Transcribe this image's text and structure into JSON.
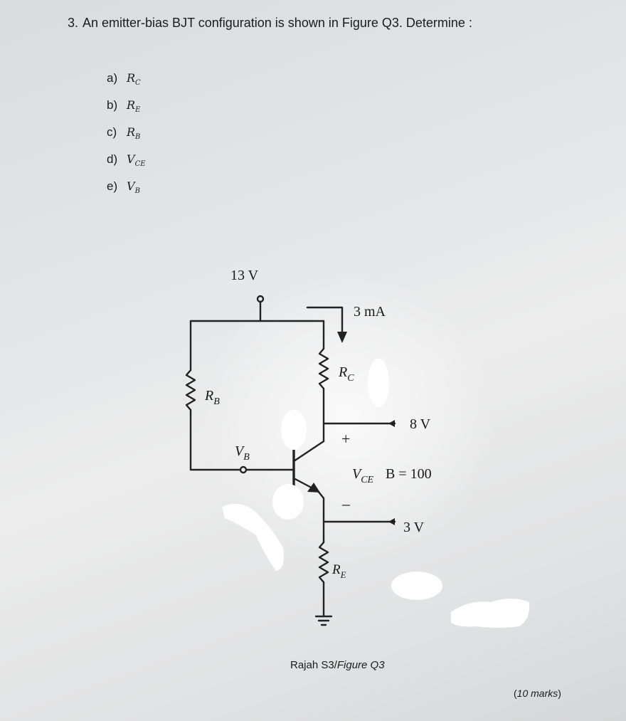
{
  "question": {
    "number": "3.",
    "text": "An emitter-bias BJT configuration is shown in Figure Q3. Determine :",
    "parts": [
      {
        "label": "a)",
        "var": "R",
        "sub": "C"
      },
      {
        "label": "b)",
        "var": "R",
        "sub": "E"
      },
      {
        "label": "c)",
        "var": "R",
        "sub": "B"
      },
      {
        "label": "d)",
        "var": "V",
        "sub": "CE"
      },
      {
        "label": "e)",
        "var": "V",
        "sub": "B"
      }
    ]
  },
  "circuit": {
    "supply": "13 V",
    "current": "3 mA",
    "rc": {
      "main": "R",
      "sub": "C"
    },
    "rb": {
      "main": "R",
      "sub": "B"
    },
    "re": {
      "main": "R",
      "sub": "E"
    },
    "vb": {
      "main": "V",
      "sub": "B"
    },
    "vce": {
      "main": "V",
      "sub": "CE"
    },
    "vc": "8 V",
    "ve": "3 V",
    "beta": "B = 100",
    "plus": "+",
    "minus": "–"
  },
  "caption": {
    "malay": "Rajah S3/",
    "english": "Figure Q3"
  },
  "marks": {
    "open": "(",
    "text": "10 marks",
    "close": ")"
  }
}
